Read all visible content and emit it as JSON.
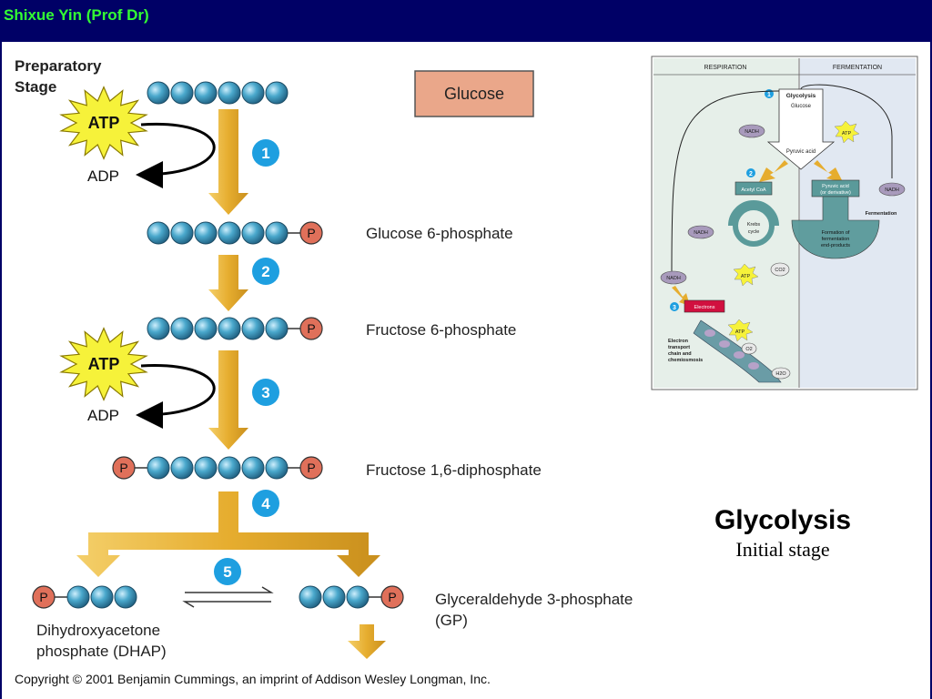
{
  "header": {
    "author": "Shixue Yin (Prof Dr)"
  },
  "slide": {
    "title": "Glycolysis",
    "subtitle": "Initial stage"
  },
  "pathway": {
    "stage_label_line1": "Preparatory",
    "stage_label_line2": "Stage",
    "start_box": "Glucose",
    "atp": "ATP",
    "adp": "ADP",
    "phosphate": "P",
    "steps": [
      "1",
      "2",
      "3",
      "4",
      "5"
    ],
    "compounds": {
      "g6p": "Glucose 6-phosphate",
      "f6p": "Fructose 6-phosphate",
      "f16dp": "Fructose 1,6-diphosphate",
      "gp_line1": "Glyceraldehyde 3-phosphate",
      "gp_line2": "(GP)",
      "dhap_line1": "Dihydroxyacetone",
      "dhap_line2": "phosphate (DHAP)"
    },
    "copyright": "Copyright © 2001 Benjamin Cummings, an imprint of Addison Wesley Longman, Inc."
  },
  "overview": {
    "respiration": "RESPIRATION",
    "fermentation": "FERMENTATION",
    "glycolysis": "Glycolysis",
    "glucose": "Glucose",
    "pyruvic_acid": "Pyruvic acid",
    "acetyl_coa": "Acetyl CoA",
    "krebs_line1": "Krebs",
    "krebs_line2": "cycle",
    "nadh": "NADH",
    "atp": "ATP",
    "co2": "CO2",
    "o2": "O2",
    "h2o": "H2O",
    "electrons": "Electrons",
    "etc_line1": "Electron",
    "etc_line2": "transport",
    "etc_line3": "chain and",
    "etc_line4": "chemiosmosis",
    "pyruvic_deriv_line1": "Pyruvic acid",
    "pyruvic_deriv_line2": "(or derivative)",
    "fermentation_label": "Fermentation",
    "products_line1": "Formation of",
    "products_line2": "fermentation",
    "products_line3": "end-products",
    "step1": "1",
    "step2": "2",
    "step3": "3"
  },
  "colors": {
    "header_bg": "#000066",
    "header_text": "#33ff33",
    "carbon_bead": "#2f8fb0",
    "phosphate": "#e0705a",
    "arrow": "#e8b53a",
    "step_badge": "#1e9fe0",
    "glucose_box": "#eaa78a",
    "atp_burst": "#f6f23a"
  }
}
